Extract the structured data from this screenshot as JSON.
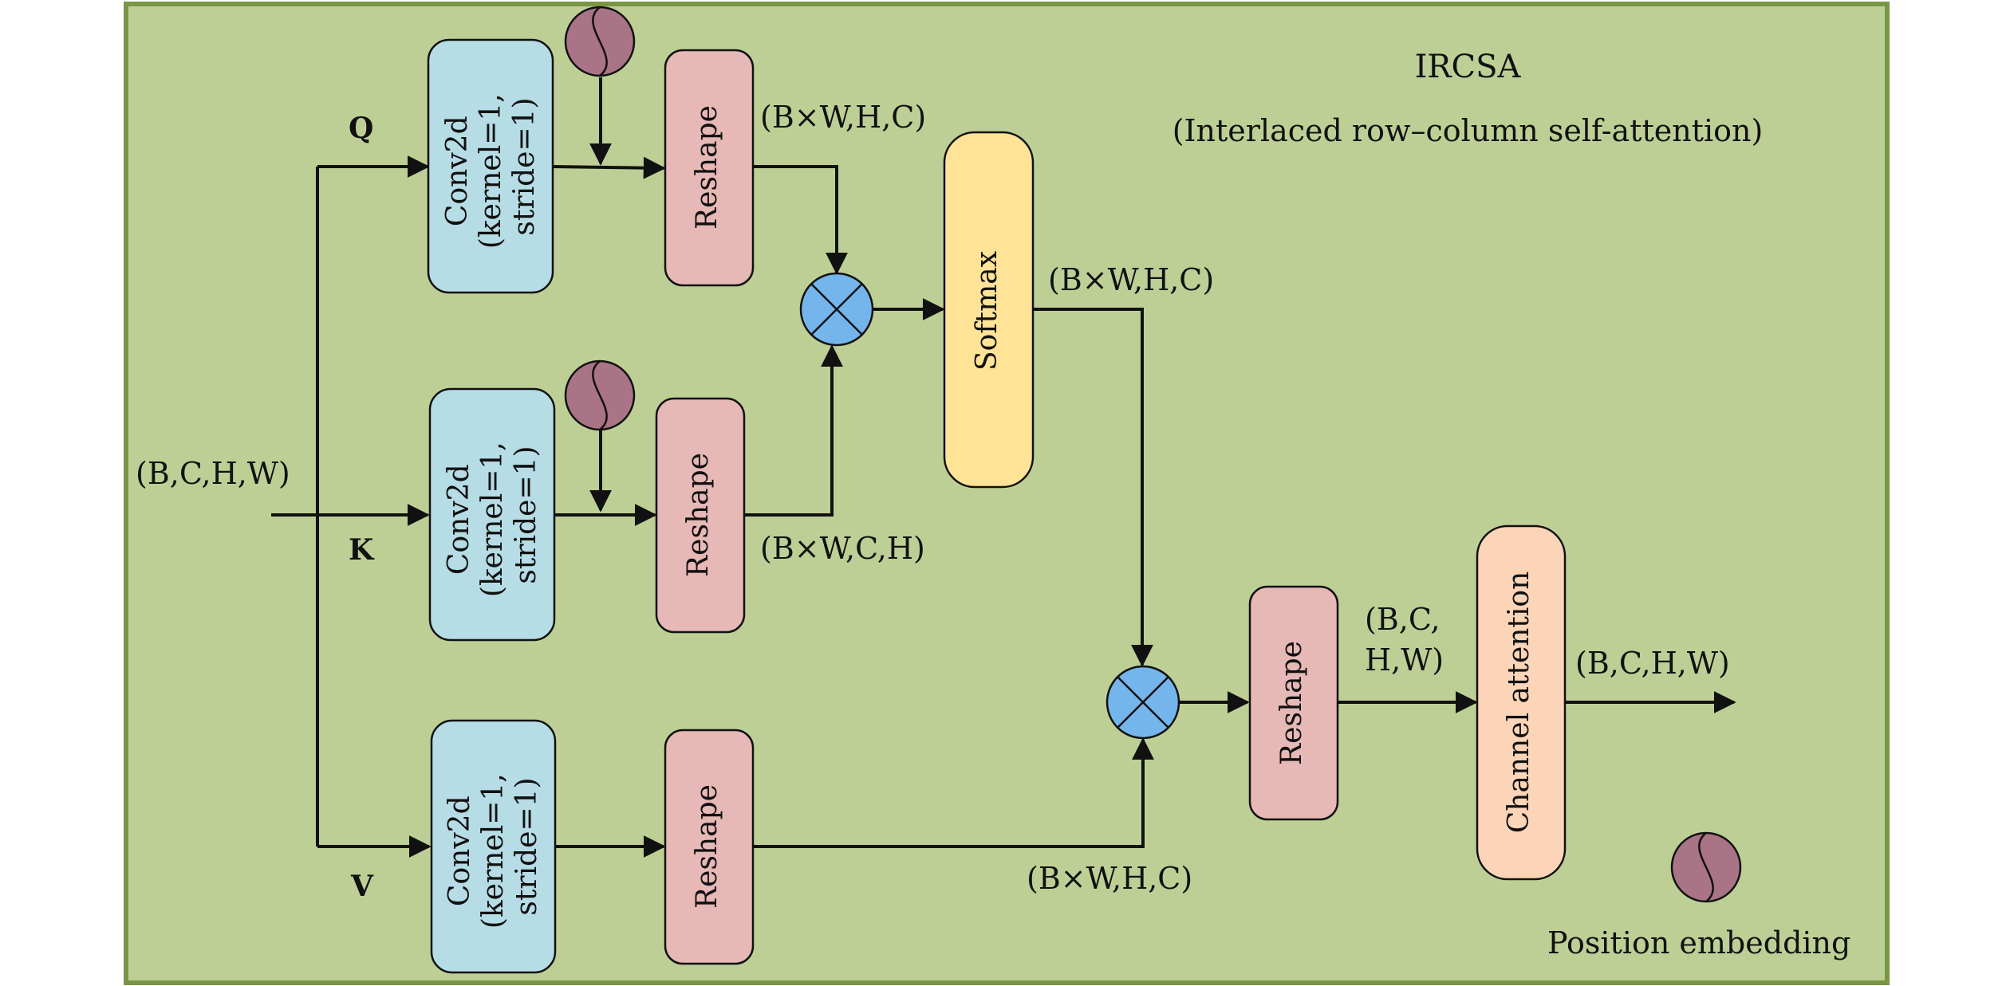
{
  "title": "IRCSA",
  "subtitle": "(Interlaced row–column self-attention)",
  "input_label": "(B,C,H,W)",
  "output_label": "(B,C,H,W)",
  "branch_labels": {
    "q": "Q",
    "k": "K",
    "v": "V"
  },
  "conv_lines": [
    "Conv2d",
    "(kernel=1,",
    "stride=1)"
  ],
  "reshape_label": "Reshape",
  "softmax_label": "Softmax",
  "channel_attention_label": "Channel attention",
  "shape_labels": {
    "q_reshape_out": "(B×W,H,C)",
    "k_reshape_out": "(B×W,C,H)",
    "softmax_out": "(B×W,H,C)",
    "v_reshape_out": "(B×W,H,C)",
    "final_reshape_out_1": "(B,C,",
    "final_reshape_out_2": "H,W)"
  },
  "legend": {
    "position_embedding": "Position embedding"
  },
  "colors": {
    "panel_fill": "#becf96",
    "panel_border": "#7a9645",
    "conv_fill": "#b6dce6",
    "reshape_fill": "#e6b8b6",
    "softmax_fill": "#ffe397",
    "channel_attention_fill": "#fcd5b8",
    "multiply_fill": "#74b5ec",
    "position_embedding_fill": "#a97485",
    "stroke": "#111111"
  },
  "icons": {
    "multiply": "circled-times-icon",
    "position_embedding": "position-embedding-icon"
  }
}
